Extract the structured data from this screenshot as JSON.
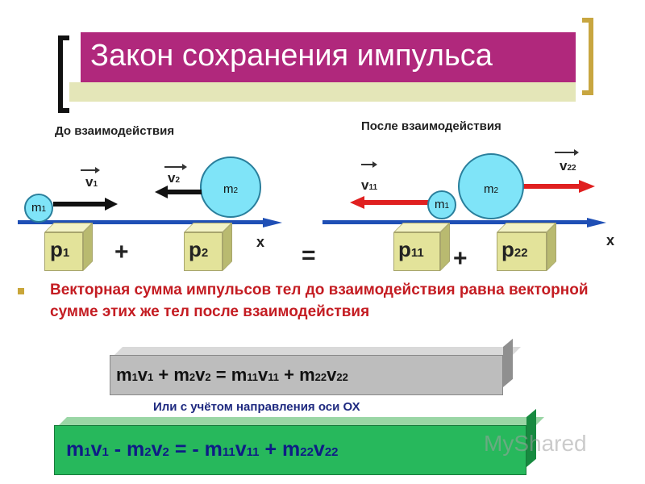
{
  "title": "Закон сохранения импульса",
  "before_label": "До взаимодействия",
  "after_label": "После взаимодействия",
  "before": {
    "ball1": {
      "m": "m",
      "sub": "1"
    },
    "ball2": {
      "m": "m",
      "sub": "2"
    },
    "v1": {
      "v": "v",
      "sub": "1"
    },
    "v2": {
      "v": "v",
      "sub": "2"
    },
    "p1": {
      "p": "p",
      "sub": "1"
    },
    "p2": {
      "p": "p",
      "sub": "2"
    },
    "plus": "+",
    "axis": "x"
  },
  "equals": "=",
  "after": {
    "ball1": {
      "m": "m",
      "sub": "1"
    },
    "ball2": {
      "m": "m",
      "sub": "2"
    },
    "v11": {
      "v": "v",
      "sub": "11"
    },
    "v22": {
      "v": "v",
      "sub": "22"
    },
    "p11": {
      "p": "p",
      "sub": "11"
    },
    "p22": {
      "p": "p",
      "sub": "22"
    },
    "plus": "+",
    "axis": "x"
  },
  "statement": "Векторная сумма импульсов тел до взаимодействия равна векторной сумме этих же тел после  взаимодействия",
  "formula_vector": {
    "t1": "m",
    "s1": "1",
    "t2": "v",
    "s2": "1",
    "op1": " + ",
    "t3": "m",
    "s3": "2",
    "t4": "v",
    "s4": "2",
    "op2": " = ",
    "t5": "m",
    "s5": "11",
    "t6": "v",
    "s6": "11",
    "op3": " + ",
    "t7": "m",
    "s7": "22",
    "t8": "v",
    "s8": "22"
  },
  "note": "Или с учётом направления оси ОХ",
  "formula_axis": {
    "t1": "m",
    "s1": "1",
    "t2": "v",
    "s2": "1",
    "op1": " - ",
    "t3": "m",
    "s3": "2",
    "t4": "v",
    "s4": "2",
    "op2": " = - ",
    "t5": "m",
    "s5": "11",
    "t6": "v",
    "s6": "11",
    "op3": " + ",
    "t7": "m",
    "s7": "22",
    "t8": "v",
    "s8": "22"
  },
  "watermark": "MyShared",
  "colors": {
    "title_bg": "#b0287c",
    "statement": "#c41c22",
    "ball": "#7fe4f8",
    "axis": "#1f4fb5",
    "arrow_red": "#e02020",
    "formula_green": "#27b85c"
  }
}
